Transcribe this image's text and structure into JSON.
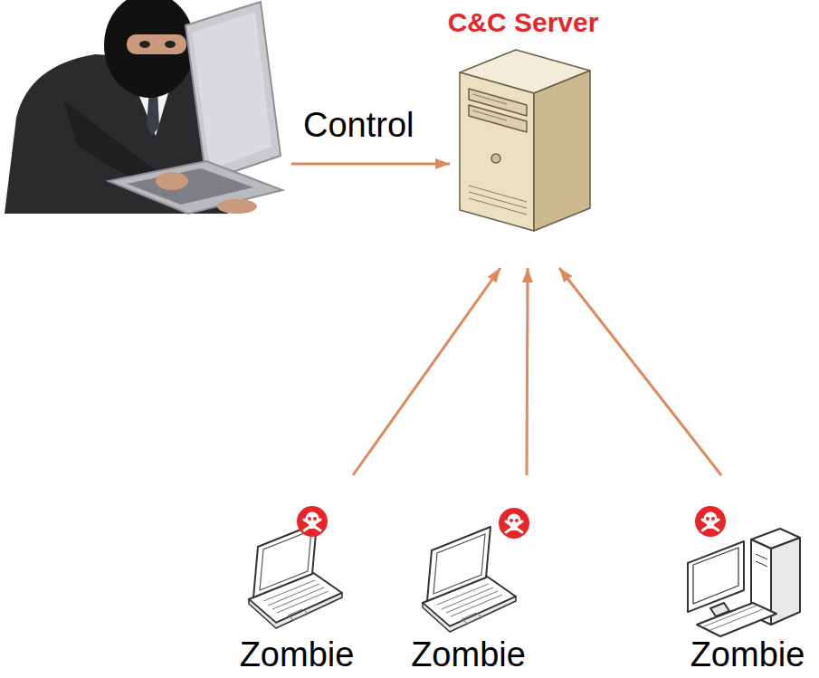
{
  "diagram": {
    "nodes": [
      {
        "text": [
          "C&C Server"
        ]
      },
      {
        "text": [
          "Zombie"
        ]
      },
      {
        "text": [
          "Zombie"
        ]
      },
      {
        "text": [
          "Zombie"
        ]
      }
    ],
    "edges": [
      {
        "from": 1,
        "to": 0,
        "arrow": "to"
      },
      {
        "from": 2,
        "to": 0,
        "arrow": "to"
      },
      {
        "from": 3,
        "to": 0,
        "arrow": "to"
      }
    ],
    "labels": [
      "Control"
    ]
  }
}
